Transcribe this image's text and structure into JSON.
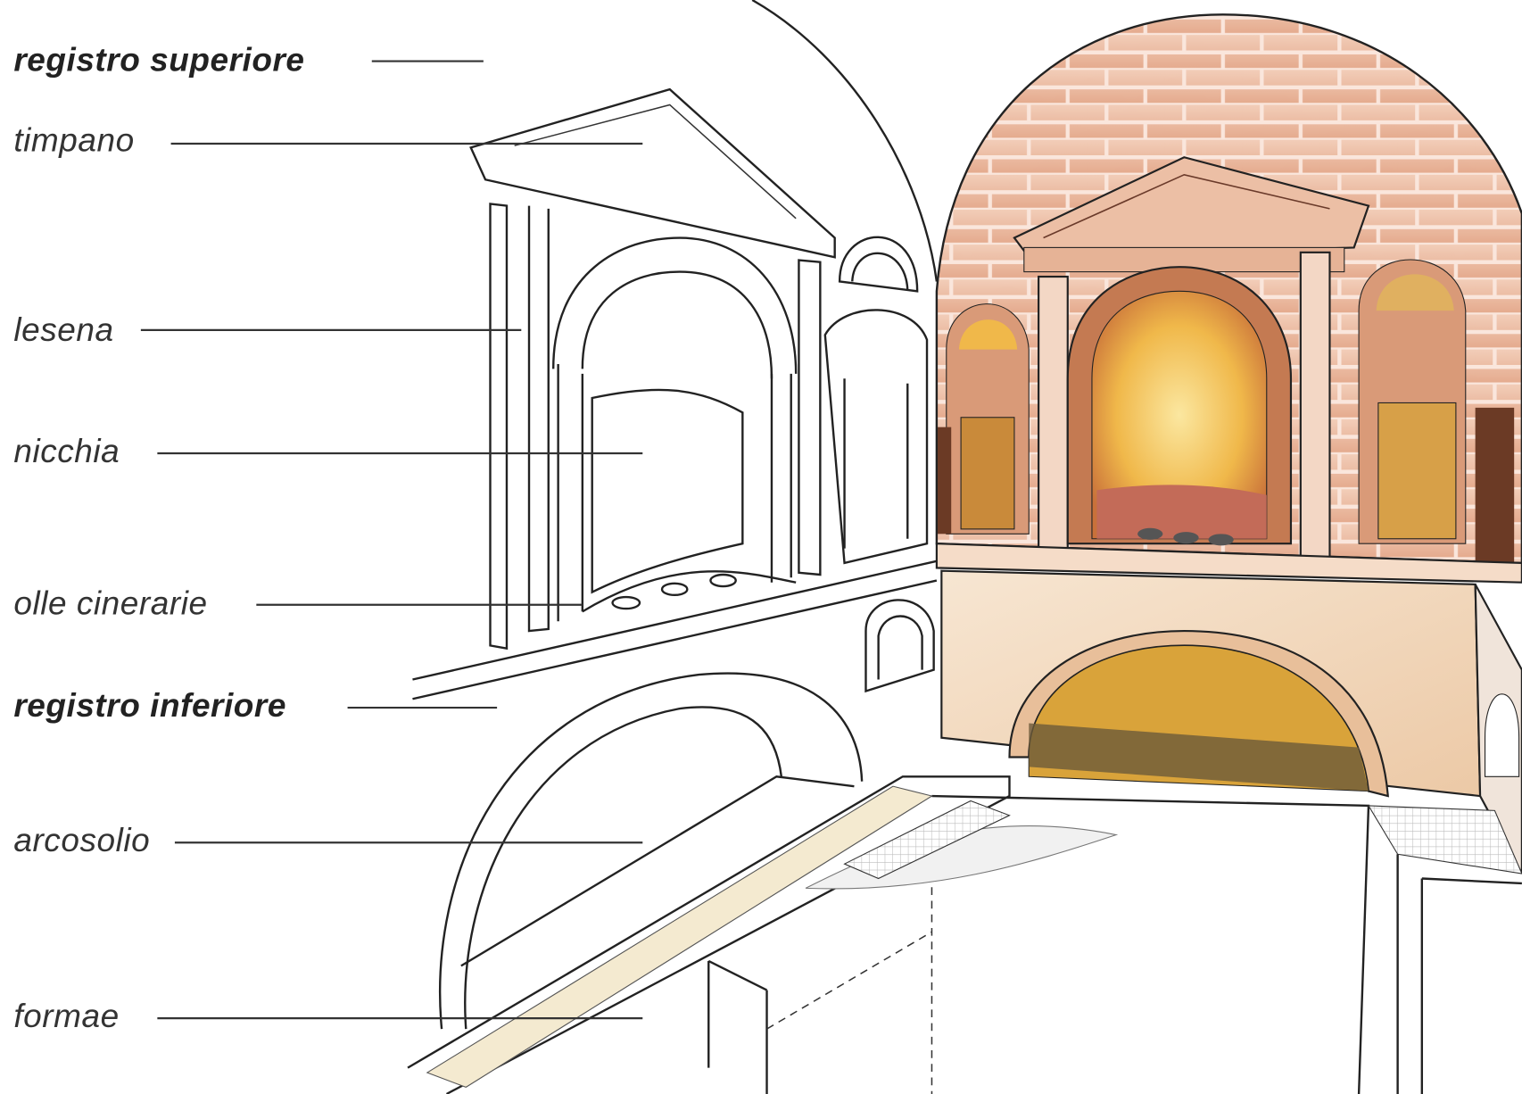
{
  "labels": [
    {
      "id": "registro-superiore",
      "text": "registro superiore",
      "bold": true
    },
    {
      "id": "timpano",
      "text": "timpano",
      "bold": false
    },
    {
      "id": "lesena",
      "text": "lesena",
      "bold": false
    },
    {
      "id": "nicchia",
      "text": "nicchia",
      "bold": false
    },
    {
      "id": "olle-cinerarie",
      "text": "olle cinerarie",
      "bold": false
    },
    {
      "id": "registro-inferiore",
      "text": "registro inferiore",
      "bold": true
    },
    {
      "id": "arcosolio",
      "text": "arcosolio",
      "bold": false
    },
    {
      "id": "formae",
      "text": "formae",
      "bold": false
    }
  ],
  "colors": {
    "brick": "#e9b9a0",
    "mortar": "#f6e2d6",
    "niche_glow": "#f2c24a",
    "marble": "#f3dcc4",
    "line": "#222222"
  }
}
